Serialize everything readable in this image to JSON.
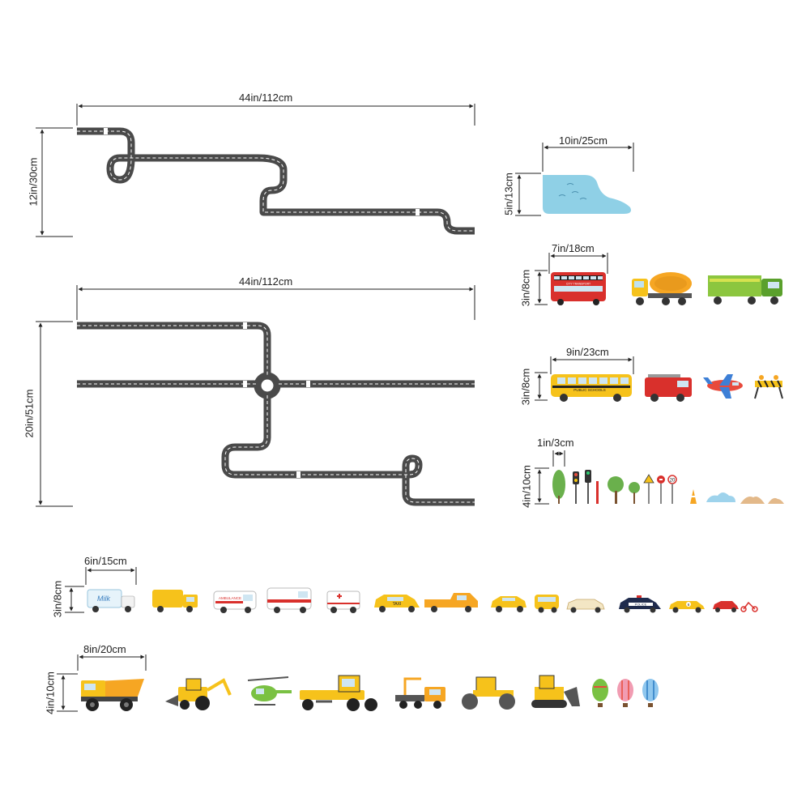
{
  "dimensions": {
    "track_top_width": "44in/112cm",
    "track_top_height": "12in/30cm",
    "track_bottom_width": "44in/112cm",
    "track_bottom_height": "20in/51cm",
    "pond_width": "10in/25cm",
    "pond_height": "5in/13cm",
    "row1_width": "7in/18cm",
    "row1_height": "3in/8cm",
    "row2_width": "9in/23cm",
    "row2_height": "3in/8cm",
    "row3_width": "1in/3cm",
    "row3_height": "4in/10cm",
    "row4_width": "6in/15cm",
    "row4_height": "3in/8cm",
    "row5_width": "8in/20cm",
    "row5_height": "4in/10cm"
  },
  "stickers": {
    "bus_sign": "CITY TRANSPORT",
    "school_bus_sign": "PUBLIC SCHOOLS",
    "milk_label": "Milk",
    "ambulance_label": "AMBULANCE",
    "taxi_label": "TAXI",
    "police_label": "POLICE",
    "speed_sign": "20",
    "race_number": "6"
  },
  "colors": {
    "road": "#4a4a4a",
    "road_line": "#ffffff",
    "pond": "#8fd0e6",
    "vehicle_yellow": "#f6c21b",
    "vehicle_red": "#d9302c"
  }
}
